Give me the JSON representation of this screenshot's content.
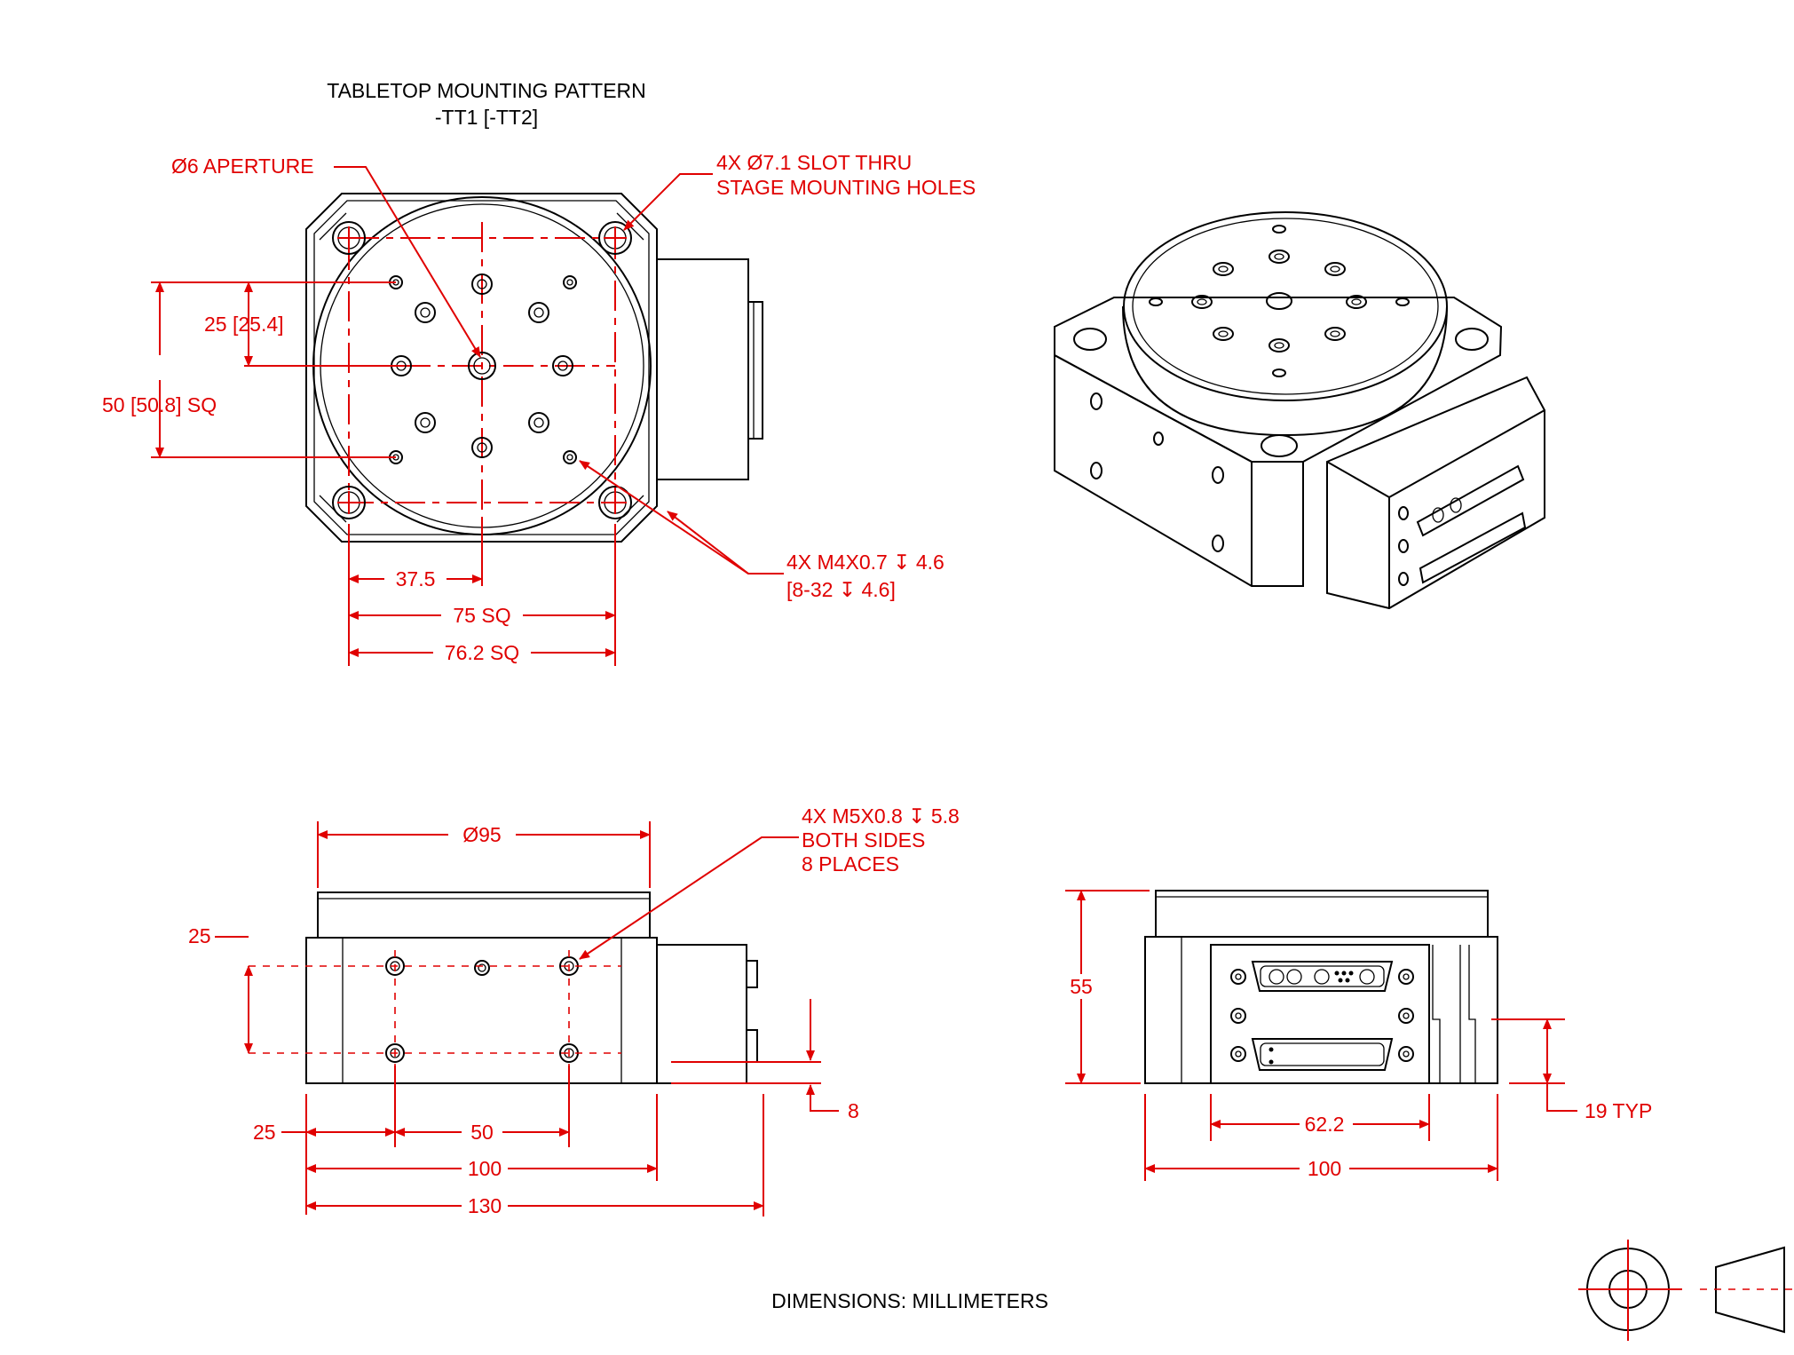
{
  "title": {
    "line1": "TABLETOP MOUNTING PATTERN",
    "line2": "-TT1 [-TT2]"
  },
  "top_view": {
    "aperture_note": "Ø6 APERTURE",
    "slot_note_line1": "4X  Ø7.1 SLOT THRU",
    "slot_note_line2": "STAGE MOUNTING HOLES",
    "tap_note_line1": "4X M4X0.7 ↧ 4.6",
    "tap_note_line2": "[8-32 ↧ 4.6]",
    "dim_25": "25 [25.4]",
    "dim_50": "50 [50.8] SQ",
    "dim_37_5": "37.5",
    "dim_75": "75 SQ",
    "dim_76_2": "76.2 SQ"
  },
  "front_view": {
    "note_line1": "4X M5X0.8 ↧ 5.8",
    "note_line2": "BOTH SIDES",
    "note_line3": "8 PLACES",
    "dim_diameter": "Ø95",
    "dim_25_vertical": "25",
    "dim_25_horizontal": "25",
    "dim_50": "50",
    "dim_100": "100",
    "dim_130": "130",
    "dim_8": "8"
  },
  "side_view": {
    "dim_55": "55",
    "dim_62_2": "62.2",
    "dim_100": "100",
    "dim_19": "19 TYP"
  },
  "footer": "DIMENSIONS:  MILLIMETERS",
  "colors": {
    "dimension": "#e00000",
    "outline": "#000000",
    "background": "#ffffff"
  },
  "icons": [
    "third-angle-projection-symbol"
  ]
}
